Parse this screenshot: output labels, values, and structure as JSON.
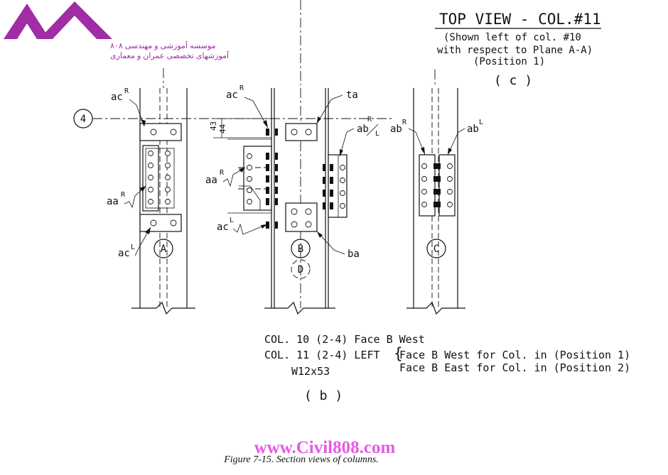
{
  "logo": {
    "line1": "موسسه آموزشی و مهندسی ۸۰۸",
    "line2": "آموزشهای تخصصی عمران و معماری",
    "color": "#a02ca6"
  },
  "top_view": {
    "title": "TOP VIEW - COL.#11",
    "line1": "(Shown left of col. #10",
    "line2": "with respect to Plane A-A)",
    "line3": "(Position 1)",
    "tag": "( c )"
  },
  "grid_bubble": "4",
  "columns": {
    "a": {
      "bubble": "A"
    },
    "b": {
      "bubble": "B",
      "bubble2": "D"
    },
    "c": {
      "bubble": "C"
    }
  },
  "labels": {
    "ac": "ac",
    "aa": "aa",
    "ta": "ta",
    "ab": "ab",
    "ba": "ba",
    "sup_r": "R",
    "sup_l": "L",
    "dim_43": "43",
    "dim_44": "44"
  },
  "notes": {
    "line1": "COL. 10 (2-4) Face B West",
    "line2": "COL. 11 (2-4) LEFT",
    "line3": "W12x53",
    "brace1": "Face B West for Col. in (Position 1)",
    "brace2": "Face B East for Col. in (Position 2)",
    "tag": "( b )"
  },
  "watermark": "www.Civil808.com",
  "caption": "Figure 7-15.  Section views of columns."
}
